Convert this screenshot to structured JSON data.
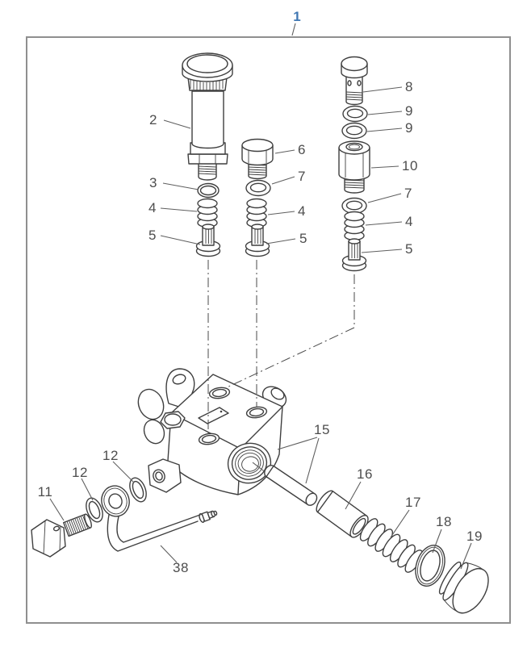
{
  "diagram": {
    "assembly_callout": {
      "label": "1"
    },
    "callouts": [
      {
        "label": "2"
      },
      {
        "label": "3"
      },
      {
        "label": "4"
      },
      {
        "label": "5"
      },
      {
        "label": "6"
      },
      {
        "label": "7"
      },
      {
        "label": "4"
      },
      {
        "label": "5"
      },
      {
        "label": "8"
      },
      {
        "label": "9"
      },
      {
        "label": "9"
      },
      {
        "label": "10"
      },
      {
        "label": "7"
      },
      {
        "label": "4"
      },
      {
        "label": "5"
      },
      {
        "label": "11"
      },
      {
        "label": "12"
      },
      {
        "label": "12"
      },
      {
        "label": "15"
      },
      {
        "label": "16"
      },
      {
        "label": "17"
      },
      {
        "label": "18"
      },
      {
        "label": "19"
      },
      {
        "label": "38"
      }
    ],
    "colors": {
      "line": "#3f3f3f",
      "label": "#4d4d4d",
      "assembly_link": "#4077b3",
      "border": "#8f8f8f",
      "background": "#ffffff"
    }
  }
}
